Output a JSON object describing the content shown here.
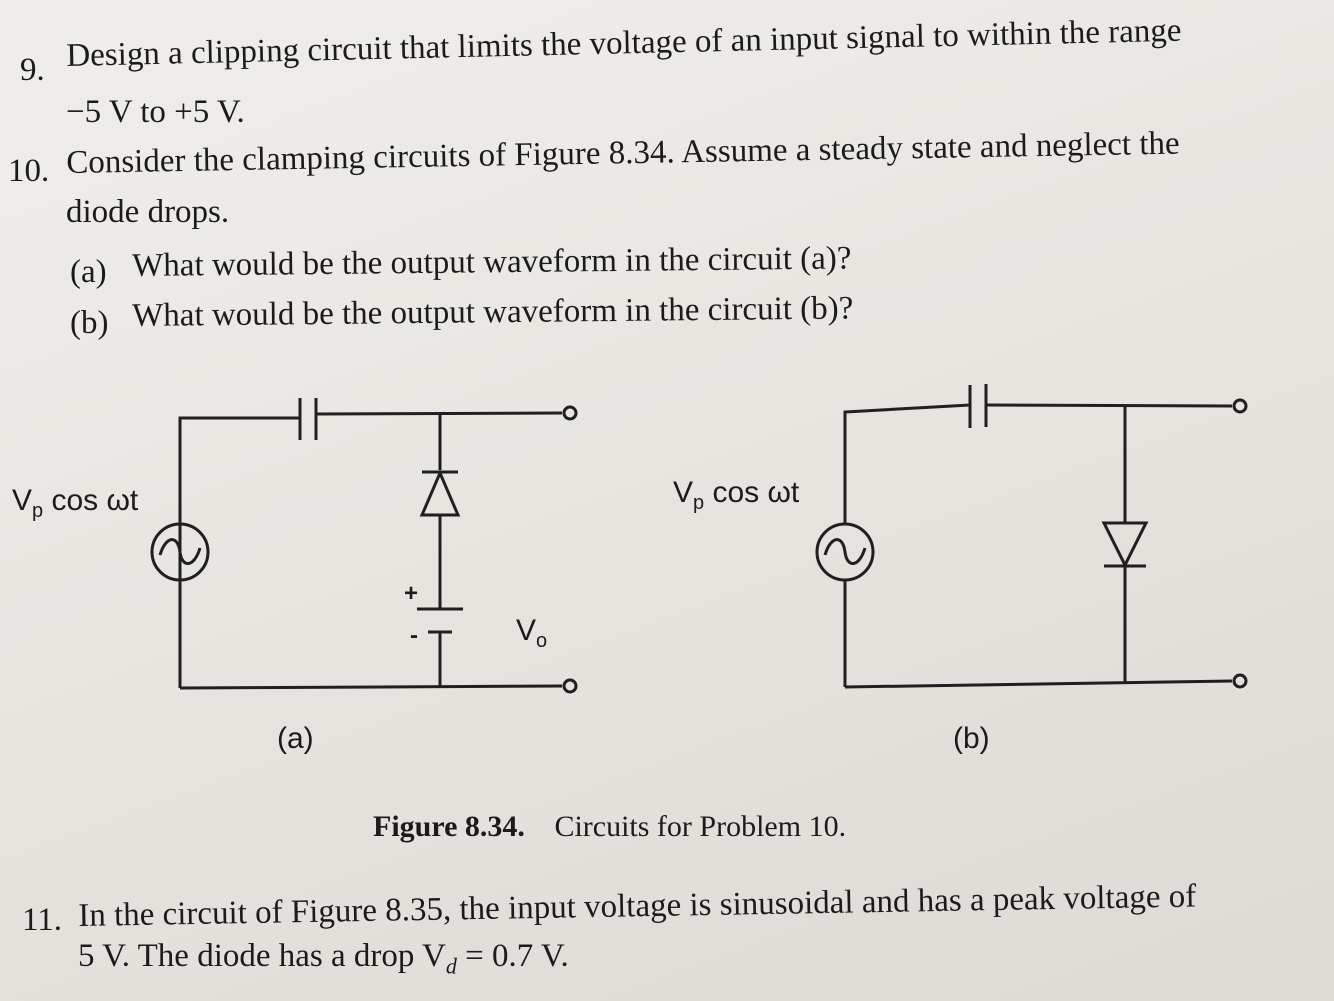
{
  "problems": [
    {
      "number": "9.",
      "lines": [
        "Design a clipping circuit that limits the voltage of an input signal to within the range",
        "−5 V to +5 V."
      ]
    },
    {
      "number": "10.",
      "lines": [
        "Consider the clamping circuits of Figure 8.34. Assume a steady state and neglect the",
        "diode drops."
      ],
      "parts": [
        {
          "label": "(a)",
          "text": "What would be the output waveform in the circuit (a)?"
        },
        {
          "label": "(b)",
          "text": "What would be the output waveform in the circuit (b)?"
        }
      ]
    },
    {
      "number": "11.",
      "lines": [
        "In the circuit of Figure 8.35, the input voltage is sinusoidal and has a peak voltage of",
        "5 V. The diode has a drop V",
        "d",
        " = 0.7 V."
      ]
    }
  ],
  "figure": {
    "circuit_a": {
      "source_label": "V",
      "source_sub": "p",
      "source_rest": " cos ωt",
      "plus": "+",
      "minus": "-",
      "output_label": "V",
      "output_sub": "o",
      "tag": "(a)"
    },
    "circuit_b": {
      "source_label": "V",
      "source_sub": "p",
      "source_rest": " cos ωt",
      "tag": "(b)"
    },
    "caption_bold": "Figure 8.34.",
    "caption_text": "Circuits for Problem 10."
  }
}
